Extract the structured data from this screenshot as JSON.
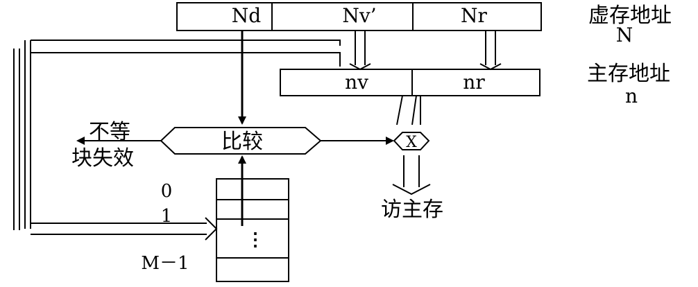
{
  "virtual_address": {
    "fields": [
      "Nd",
      "Nv’",
      "Nr"
    ],
    "label": "虚存地址",
    "symbol": "N"
  },
  "main_address": {
    "fields": [
      "nv",
      "nr"
    ],
    "label": "主存地址",
    "symbol": "n"
  },
  "compare": {
    "label": "比较",
    "mismatch_line1": "不等",
    "mismatch_line2": "块失效"
  },
  "gate": {
    "symbol": "X"
  },
  "output": {
    "label": "访主存"
  },
  "table": {
    "rows": [
      "0",
      "1",
      "M－1"
    ],
    "ellipsis": "⋮"
  }
}
